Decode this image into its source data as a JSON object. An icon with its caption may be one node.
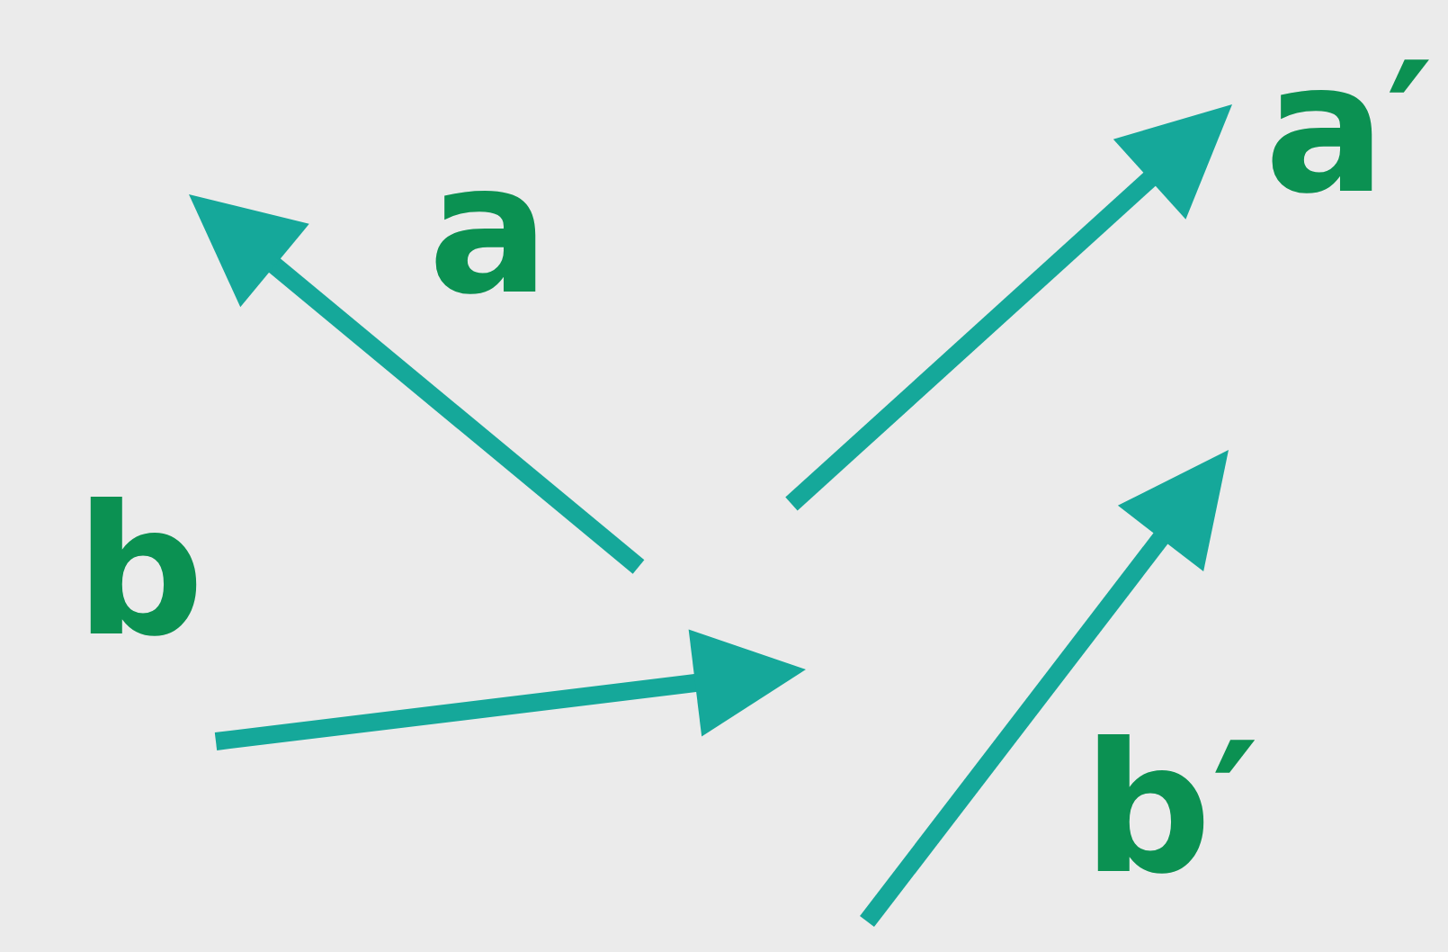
{
  "diagram": {
    "labels": [
      "a",
      "b",
      "a′",
      "b′"
    ]
  }
}
